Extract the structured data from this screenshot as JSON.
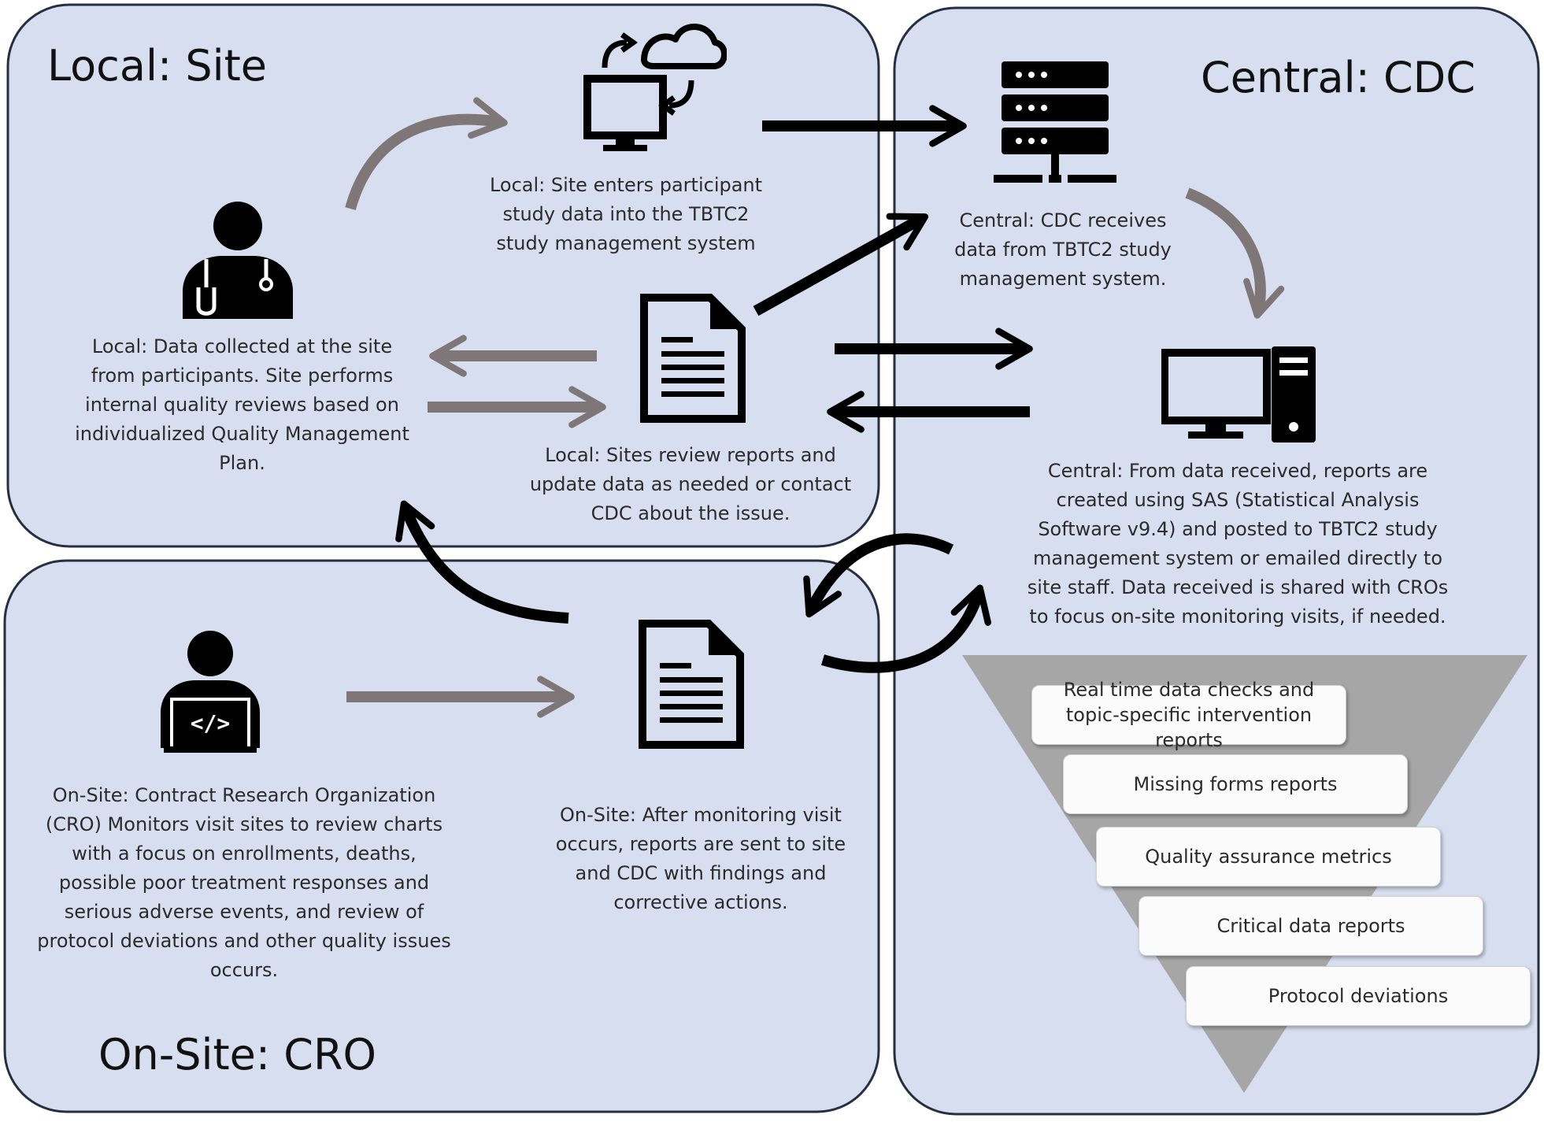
{
  "panels": {
    "local": {
      "title": "Local: Site"
    },
    "central": {
      "title": "Central: CDC"
    },
    "onsite": {
      "title": "On-Site: CRO"
    }
  },
  "descriptions": {
    "local_collect": "Local: Data collected at the site from participants. Site performs internal quality reviews based on individualized Quality Management Plan.",
    "local_enter": "Local: Site enters participant study data into the TBTC2 study management system",
    "local_review": "Local: Sites review reports and update data as needed or contact CDC about the issue.",
    "central_receive": "Central: CDC receives data from TBTC2 study management system.",
    "central_reports": "Central: From data received, reports are created using SAS (Statistical Analysis Software v9.4) and posted to TBTC2 study management system or emailed directly to site staff. Data received is shared with CROs to focus on-site monitoring visits, if needed.",
    "onsite_monitor": "On-Site: Contract Research Organization (CRO) Monitors visit sites to review charts with a focus on enrollments, deaths, possible poor treatment responses and serious adverse events, and review of protocol deviations and other quality issues occurs.",
    "onsite_after": "On-Site: After monitoring visit occurs, reports are sent to site and CDC with findings and corrective actions."
  },
  "funnel_items": [
    "Real time data checks and topic-specific intervention reports",
    "Missing forms reports",
    "Quality assurance metrics",
    "Critical data reports",
    "Protocol deviations"
  ],
  "icons": {
    "local_doctor": "doctor-icon",
    "local_sync": "computer-cloud-sync-icon",
    "local_report": "document-icon",
    "central_server": "server-icon",
    "central_computer": "desktop-computer-icon",
    "onsite_monitor": "developer-laptop-icon",
    "onsite_report": "document-icon"
  },
  "colors": {
    "panel_fill": "#d6deef",
    "panel_border": "#262f42",
    "arrow_black": "#000000",
    "arrow_gray": "#7f7777",
    "funnel": "#a6a6a6"
  }
}
